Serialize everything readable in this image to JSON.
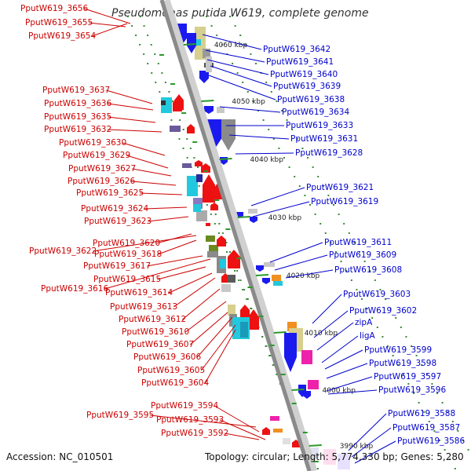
{
  "title": "Pseudomonas putida W619, complete genome",
  "footer": {
    "accession": "Accession: NC_010501",
    "topology": "Topology: circular; Length: 5,774,330 bp; Genes: 5,280"
  },
  "colors": {
    "reverse_label": "#cc0000",
    "forward_label": "#0000cc",
    "backbone": "#8a8a8a",
    "tick": "#2a9a2a"
  },
  "kbp_ticks": [
    "4060 kbp",
    "4050 kbp",
    "4040 kbp",
    "4030 kbp",
    "4020 kbp",
    "4010 kbp",
    "4000 kbp",
    "3990 kbp"
  ],
  "left_labels": [
    "PputW619_3656",
    "PputW619_3655",
    "PputW619_3654",
    "PputW619_3637",
    "PputW619_3636",
    "PputW619_3635",
    "PputW619_3632",
    "PputW619_3630",
    "PputW619_3629",
    "PputW619_3627",
    "PputW619_3626",
    "PputW619_3625",
    "PputW619_3624",
    "PputW619_3623",
    "PputW619_3620",
    "PputW619_3622",
    "PputW619_3618",
    "PputW619_3617",
    "PputW619_3615",
    "PputW619_3616",
    "PputW619_3614",
    "PputW619_3613",
    "PputW619_3612",
    "PputW619_3610",
    "PputW619_3607",
    "PputW619_3606",
    "PputW619_3605",
    "PputW619_3604",
    "PputW619_3594",
    "PputW619_3595",
    "PputW619_3593",
    "PputW619_3592"
  ],
  "right_labels": [
    "PputW619_3642",
    "PputW619_3641",
    "PputW619_3640",
    "PputW619_3639",
    "PputW619_3638",
    "PputW619_3634",
    "PputW619_3633",
    "PputW619_3631",
    "PputW619_3628",
    "PputW619_3621",
    "PputW619_3619",
    "PputW619_3611",
    "PputW619_3609",
    "PputW619_3608",
    "PputW619_3603",
    "PputW619_3602",
    "zipA",
    "ligA",
    "PputW619_3599",
    "PputW619_3598",
    "PputW619_3597",
    "PputW619_3596",
    "PputW619_3588",
    "PputW619_3587",
    "PputW619_3586"
  ]
}
